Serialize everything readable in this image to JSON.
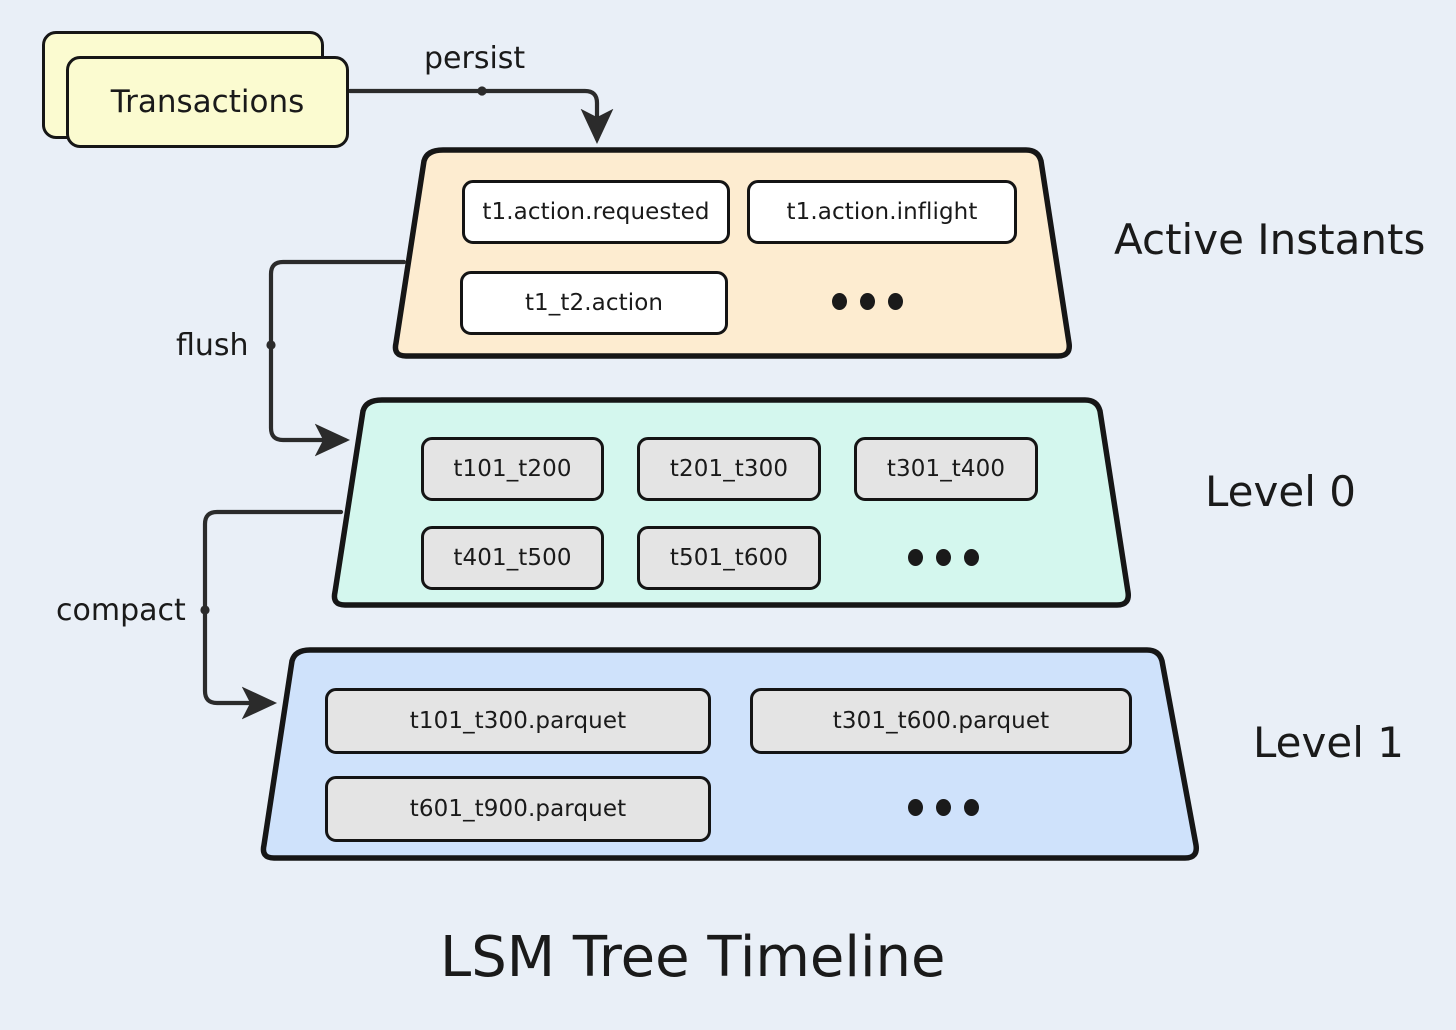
{
  "diagram": {
    "title": "LSM Tree Timeline",
    "background_color": "#e9eff7",
    "stroke_color": "#161616"
  },
  "source": {
    "label": "Transactions",
    "fill_color": "#fbfbd0",
    "stacked": true
  },
  "edges": [
    {
      "id": "persist",
      "label": "persist",
      "from": "Transactions",
      "to": "Active Instants"
    },
    {
      "id": "flush",
      "label": "flush",
      "from": "Active Instants",
      "to": "Level 0"
    },
    {
      "id": "compact",
      "label": "compact",
      "from": "Level 0",
      "to": "Level 1"
    }
  ],
  "tiers": [
    {
      "id": "active-instants",
      "label": "Active Instants",
      "fill_color": "#fdecd0",
      "chip_style": "white",
      "chip_fill": "#ffffff",
      "items": [
        "t1.action.requested",
        "t1.action.inflight",
        "t1_t2.action"
      ],
      "ellipsis": "..."
    },
    {
      "id": "level-0",
      "label": "Level 0",
      "fill_color": "#d4f7ee",
      "chip_style": "grey",
      "chip_fill": "#e4e4e4",
      "items": [
        "t101_t200",
        "t201_t300",
        "t301_t400",
        "t401_t500",
        "t501_t600"
      ],
      "ellipsis": "..."
    },
    {
      "id": "level-1",
      "label": "Level 1",
      "fill_color": "#cfe2fb",
      "chip_style": "grey",
      "chip_fill": "#e4e4e4",
      "items": [
        "t101_t300.parquet",
        "t301_t600.parquet",
        "t601_t900.parquet"
      ],
      "ellipsis": "..."
    }
  ]
}
